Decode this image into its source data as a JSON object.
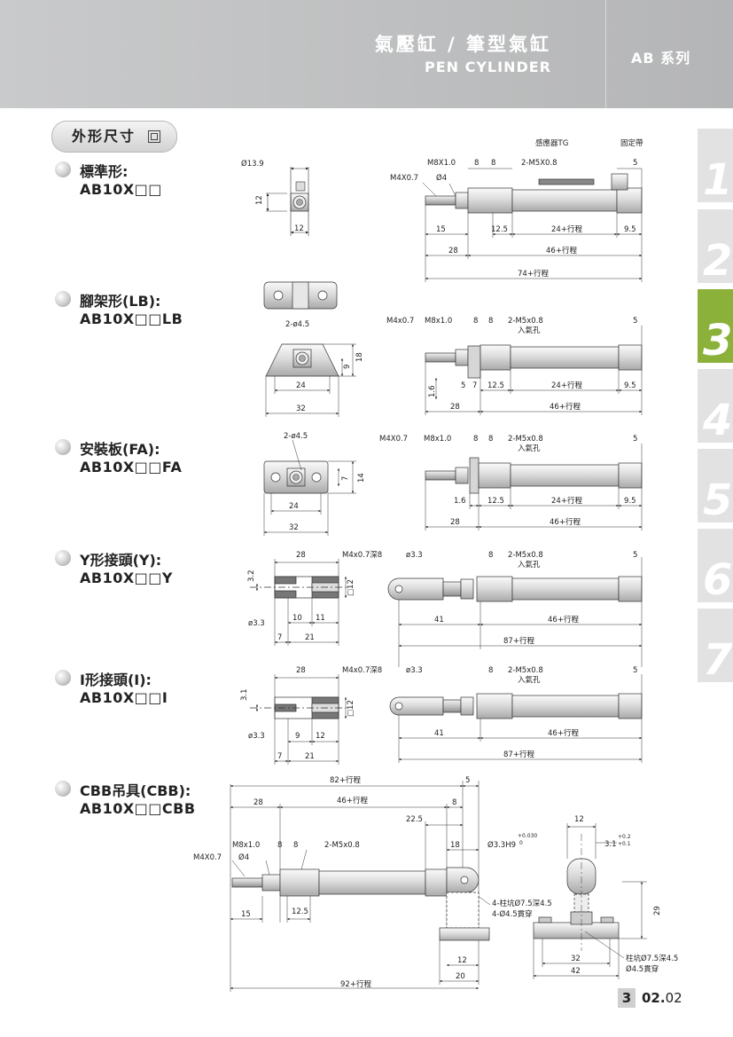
{
  "header": {
    "title_zh": "氣壓缸 / 筆型氣缸",
    "title_en": "PEN CYLINDER",
    "series": "AB 系列"
  },
  "section": {
    "label": "外形尺寸"
  },
  "tabs": [
    {
      "label": "1"
    },
    {
      "label": "2"
    },
    {
      "label": "3"
    },
    {
      "label": "4"
    },
    {
      "label": "5"
    },
    {
      "label": "6"
    },
    {
      "label": "7"
    }
  ],
  "models": [
    {
      "name": "標準形:",
      "code": "AB10X□□"
    },
    {
      "name": "腳架形(LB):",
      "code": "AB10X□□LB"
    },
    {
      "name": "安裝板(FA):",
      "code": "AB10X□□FA"
    },
    {
      "name": "Y形接頭(Y):",
      "code": "AB10X□□Y"
    },
    {
      "name": "I形接頭(I):",
      "code": "AB10X□□I"
    },
    {
      "name": "CBB吊具(CBB):",
      "code": "AB10X□□CBB"
    }
  ],
  "dims": {
    "std": {
      "d13_9": "Ø13.9",
      "d12v": "12",
      "d12h": "12",
      "m8": "M8X1.0",
      "m4": "M4X0.7",
      "d4": "Ø4",
      "e8a": "8",
      "e8b": "8",
      "m5": "2-M5X0.8",
      "sensor": "感應器TG",
      "bracket": "固定帶",
      "e5": "5",
      "e15": "15",
      "e12_5": "12.5",
      "e24": "24+行程",
      "e9_5": "9.5",
      "e28": "28",
      "e46": "46+行程",
      "e74": "74+行程"
    },
    "lb": {
      "hole": "2-ø4.5",
      "e9": "9",
      "e18": "18",
      "e24": "24",
      "e32": "32",
      "m4": "M4x0.7",
      "m8": "M8x1.0",
      "e8a": "8",
      "e8b": "8",
      "m5": "2-M5x0.8",
      "port": "入氣孔",
      "e5": "5",
      "e1_6": "1.6",
      "e5b": "5",
      "e7": "7",
      "e12_5": "12.5",
      "e24s": "24+行程",
      "e9_5": "9.5",
      "e28": "28",
      "e46": "46+行程"
    },
    "fa": {
      "hole": "2-ø4.5",
      "e7": "7",
      "e14": "14",
      "e24": "24",
      "e32": "32",
      "m4": "M4X0.7",
      "m8": "M8x1.0",
      "e8a": "8",
      "e8b": "8",
      "m5": "2-M5x0.8",
      "port": "入氣孔",
      "e5": "5",
      "e1_6": "1.6",
      "e12_5": "12.5",
      "e24s": "24+行程",
      "e9_5": "9.5",
      "e28": "28",
      "e46": "46+行程"
    },
    "y": {
      "e28": "28",
      "m4": "M4x0.7深8",
      "e3_2": "3.2",
      "d12": "□12",
      "d3_3a": "ø3.3",
      "e10": "10",
      "e11": "11",
      "e7": "7",
      "e21": "21",
      "d3_3b": "ø3.3",
      "e8": "8",
      "m5": "2-M5x0.8",
      "port": "入氣孔",
      "e5": "5",
      "e41": "41",
      "e46": "46+行程",
      "e87": "87+行程"
    },
    "i": {
      "e28": "28",
      "m4": "M4x0.7深8",
      "e3_1": "3.1",
      "d12": "□12",
      "d3_3a": "ø3.3",
      "e9": "9",
      "e12": "12",
      "e7": "7",
      "e21": "21",
      "d3_3b": "ø3.3",
      "e8": "8",
      "m5": "2-M5x0.8",
      "port": "入氣孔",
      "e5": "5",
      "e41": "41",
      "e46": "46+行程",
      "e87": "87+行程"
    },
    "cbb": {
      "e82": "82+行程",
      "e5": "5",
      "e28": "28",
      "e46": "46+行程",
      "e8": "8",
      "e22_5": "22.5",
      "e18": "18",
      "d3_3h9": "Ø3.3H9",
      "tol_up": "+0.030",
      "tol_lo": "0",
      "m8": "M8x1.0",
      "e8a": "8",
      "e8b": "8",
      "m5": "2-M5x0.8",
      "m4": "M4X0.7",
      "d4": "Ø4",
      "e15": "15",
      "e12_5": "12.5",
      "cb1": "4-柱坑Ø7.5深4.5",
      "cb2": "4-Ø4.5貫穿",
      "e12side": "12",
      "e20": "20",
      "e92": "92+行程",
      "e12top": "12",
      "e3_1": "3.1",
      "tol2_up": "+0.2",
      "tol2_lo": "+0.1",
      "e29": "29",
      "e32": "32",
      "e42": "42",
      "cb3": "柱坑Ø7.5深4.5",
      "cb4": "Ø4.5貫穿"
    }
  },
  "footer": {
    "chapter": "3",
    "page_bold": "02.",
    "page_rest": "02"
  }
}
